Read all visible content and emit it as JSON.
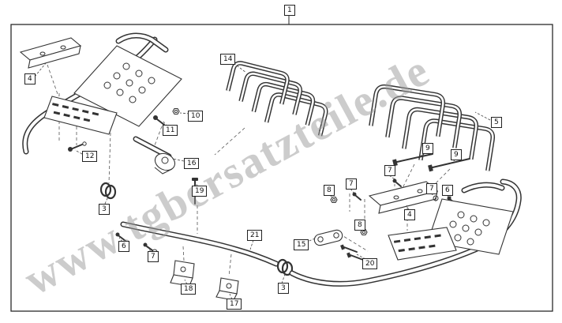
{
  "diagram": {
    "watermark": "www.tgbersatzteile.de",
    "colors": {
      "line_art": "#333333",
      "watermark": "#9a9a9a"
    },
    "callouts": [
      {
        "label": "1"
      },
      {
        "label": "4"
      },
      {
        "label": "14"
      },
      {
        "label": "5"
      },
      {
        "label": "10"
      },
      {
        "label": "11"
      },
      {
        "label": "12"
      },
      {
        "label": "16"
      },
      {
        "label": "3"
      },
      {
        "label": "19"
      },
      {
        "label": "9"
      },
      {
        "label": "9"
      },
      {
        "label": "7"
      },
      {
        "label": "7"
      },
      {
        "label": "8"
      },
      {
        "label": "7"
      },
      {
        "label": "6"
      },
      {
        "label": "4"
      },
      {
        "label": "8"
      },
      {
        "label": "6"
      },
      {
        "label": "7"
      },
      {
        "label": "21"
      },
      {
        "label": "15"
      },
      {
        "label": "20"
      },
      {
        "label": "18"
      },
      {
        "label": "17"
      },
      {
        "label": "3"
      }
    ]
  }
}
